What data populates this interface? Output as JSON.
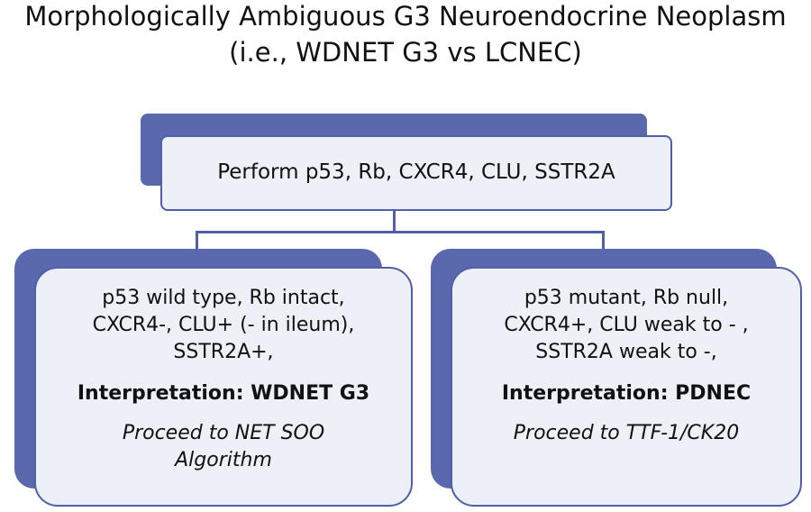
{
  "title": {
    "line1": "Morphologically Ambiguous G3 Neuroendocrine Neoplasm",
    "line2": "(i.e., WDNET G3 vs LCNEC)"
  },
  "top_box": {
    "text": "Perform p53, Rb, CXCR4, CLU, SSTR2A"
  },
  "left_box": {
    "lines": [
      "p53 wild type, Rb intact,",
      "CXCR4-, CLU+ (- in ileum),",
      "SSTR2A+,"
    ],
    "interpretation": "Interpretation: WDNET G3",
    "next_lines": [
      "Proceed to NET SOO",
      "Algorithm"
    ]
  },
  "right_box": {
    "lines": [
      "p53 mutant, Rb null,",
      "CXCR4+, CLU weak to - ,",
      "SSTR2A weak to -,"
    ],
    "interpretation": "Interpretation: PDNEC",
    "next_lines": [
      "Proceed to TTF-1/CK20"
    ]
  },
  "colors": {
    "accent": "#4f5fa8",
    "shadow": "#5a69ad",
    "box_fill": "#eef0f7"
  }
}
